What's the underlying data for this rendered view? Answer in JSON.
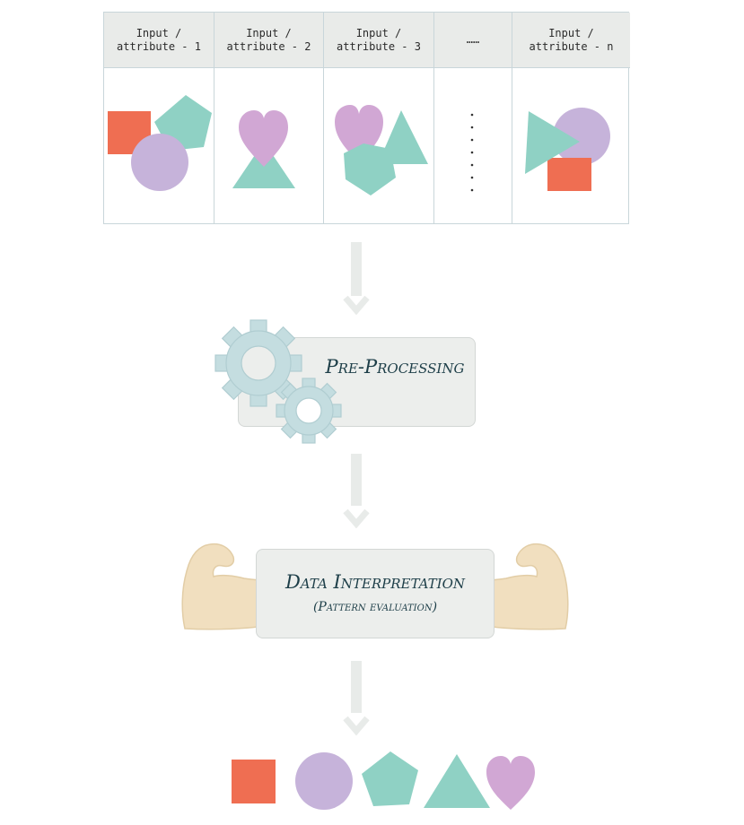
{
  "table": {
    "columns": [
      {
        "header": "Input /\nattribute - 1"
      },
      {
        "header": "Input /\nattribute - 2"
      },
      {
        "header": "Input /\nattribute - 3"
      },
      {
        "header": "……"
      },
      {
        "header": "Input /\nattribute - n"
      }
    ]
  },
  "steps": {
    "preprocessing": {
      "label": "Pre-Processing"
    },
    "interpretation": {
      "label": "Data Interpretation",
      "sublabel": "(Pattern evaluation)"
    }
  },
  "colors": {
    "square": "#ef6e52",
    "circle": "#c6b3da",
    "pentagon": "#8fd1c4",
    "triangle": "#8fd1c4",
    "heart": "#d1a7d4",
    "gear": "#c4dde0",
    "arm": "#f1dfbf",
    "arrow": "#e8ebe9"
  },
  "output_shapes": [
    "square-icon",
    "circle-icon",
    "pentagon-icon",
    "triangle-icon",
    "heart-icon"
  ]
}
